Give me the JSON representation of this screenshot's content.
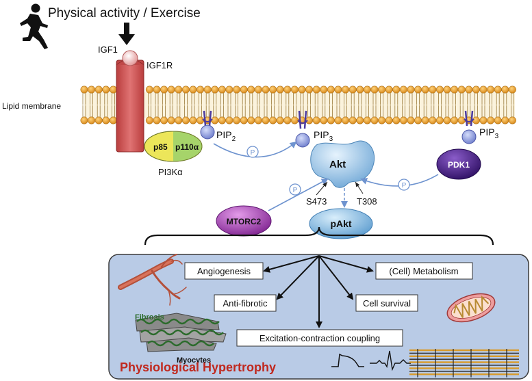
{
  "header": {
    "stimulus": "Physical activity / Exercise"
  },
  "receptor": {
    "ligand": "IGF1",
    "receptor": "IGF1R"
  },
  "membrane": {
    "label": "Lipid membrane"
  },
  "pi3k": {
    "sub1": "p85",
    "sub2": "p110α",
    "name": "PI3Kα"
  },
  "lipids": {
    "pip2": "PIP",
    "pip2_sub": "2",
    "pip3": "PIP",
    "pip3_sub": "3"
  },
  "phospho": {
    "symbol": "P"
  },
  "akt": {
    "name": "Akt",
    "site1": "S473",
    "site2": "T308",
    "product": "pAkt"
  },
  "kinases": {
    "pdk1": "PDK1",
    "mtorc2": "MTORC2"
  },
  "outcomes": {
    "angiogenesis": "Angiogenesis",
    "metabolism": "(Cell) Metabolism",
    "antifibrotic": "Anti-fibrotic",
    "survival": "Cell survival",
    "ecc": "Excitation-contraction coupling"
  },
  "illustrations": {
    "fibrosis": "Fibrosis",
    "myocytes": "Myocytes"
  },
  "panel": {
    "title": "Physiological Hypertrophy"
  },
  "colors": {
    "panel_fill": "#b9cbe6",
    "title_red": "#c0281e",
    "receptor": "#cd5252",
    "akt": "#9ec7e8",
    "pdk1": "#4b1f8a",
    "mtorc2": "#a53fb5",
    "lipid_head": "#f0a63a",
    "pip_ball": "#8e9ee0",
    "arrow_blue": "#6e93cf"
  }
}
